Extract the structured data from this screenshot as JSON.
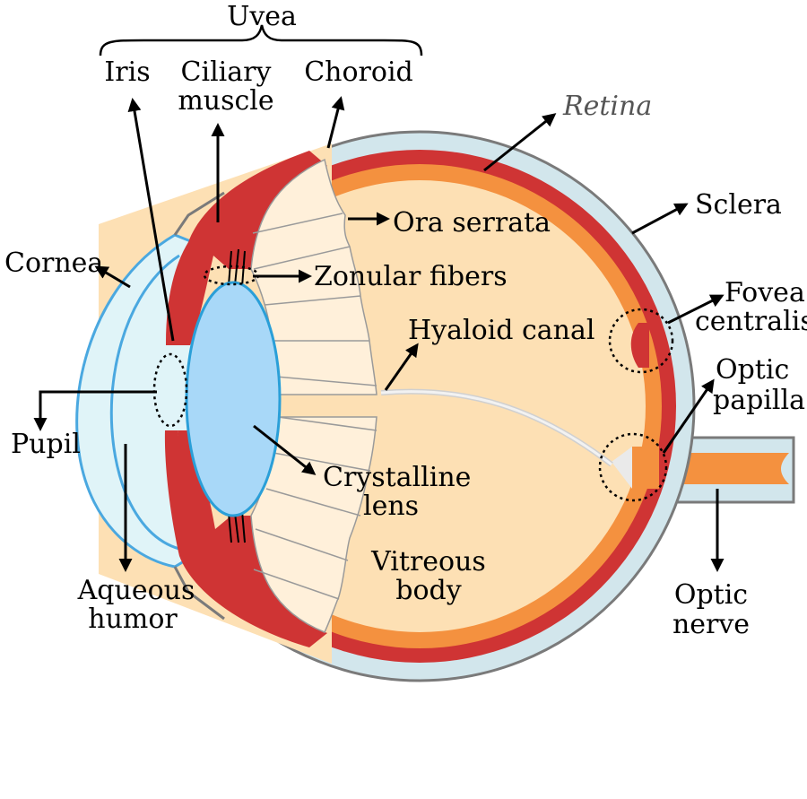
{
  "diagram": {
    "colors": {
      "sclera": "#d2e6ec",
      "choroid": "#cf3434",
      "retina": "#f4913f",
      "vitreous": "#fde0b4",
      "ciliary": "#fff0da",
      "cornea": "#e0f4f8",
      "cornea_edge": "#4aa8e0",
      "lens": "#a8d8f8",
      "lens_edge": "#2a9fd8",
      "outline": "#7a7a7a"
    },
    "labels": {
      "uvea": "Uvea",
      "iris": "Iris",
      "ciliary_line1": "Ciliary",
      "ciliary_line2": "muscle",
      "choroid": "Choroid",
      "retina": "Retina",
      "sclera": "Sclera",
      "ora_serrata": "Ora serrata",
      "cornea": "Cornea",
      "zonular_fibers": "Zonular fibers",
      "hyaloid_canal": "Hyaloid canal",
      "fovea_line1": "Fovea",
      "fovea_line2": "centralis",
      "optic_papilla_line1": "Optic",
      "optic_papilla_line2": "papilla",
      "pupil": "Pupil",
      "lens_line1": "Crystalline",
      "lens_line2": "lens",
      "vitreous_line1": "Vitreous",
      "vitreous_line2": "body",
      "aqueous_line1": "Aqueous",
      "aqueous_line2": "humor",
      "optic_nerve_line1": "Optic",
      "optic_nerve_line2": "nerve"
    }
  }
}
